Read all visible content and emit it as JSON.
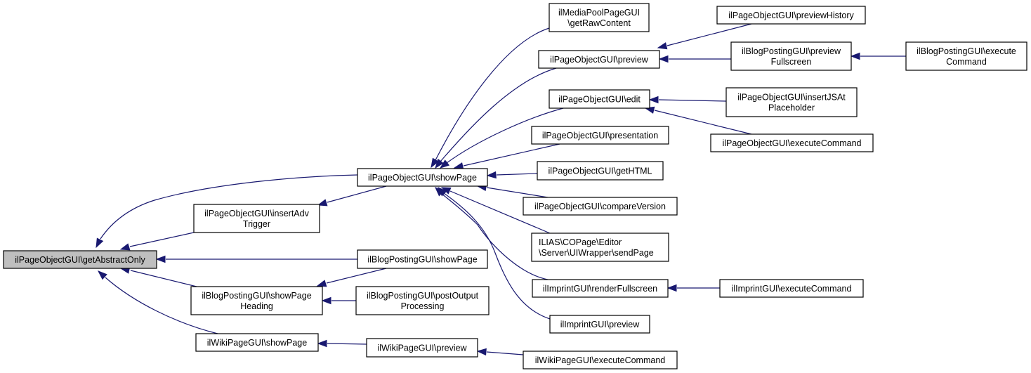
{
  "diagram": {
    "type": "call-graph",
    "colors": {
      "edge": "#191970",
      "root_fill": "#bfbfbf",
      "node_fill": "#ffffff",
      "node_border": "#000000"
    },
    "nodes": [
      {
        "id": "root",
        "lines": [
          "ilPageObjectGUI\\getAbstractOnly"
        ],
        "root": true
      },
      {
        "id": "pog_showPage",
        "lines": [
          "ilPageObjectGUI\\showPage"
        ]
      },
      {
        "id": "pog_insertAdv",
        "lines": [
          "ilPageObjectGUI\\insertAdv",
          "Trigger"
        ]
      },
      {
        "id": "blog_showPage",
        "lines": [
          "ilBlogPostingGUI\\showPage"
        ]
      },
      {
        "id": "blog_showPageHeading",
        "lines": [
          "ilBlogPostingGUI\\showPage",
          "Heading"
        ]
      },
      {
        "id": "blog_postOutput",
        "lines": [
          "ilBlogPostingGUI\\postOutput",
          "Processing"
        ]
      },
      {
        "id": "wiki_showPage",
        "lines": [
          "ilWikiPageGUI\\showPage"
        ]
      },
      {
        "id": "wiki_preview",
        "lines": [
          "ilWikiPageGUI\\preview"
        ]
      },
      {
        "id": "mediapool_getRaw",
        "lines": [
          "ilMediaPoolPageGUI",
          "\\getRawContent"
        ]
      },
      {
        "id": "pog_preview",
        "lines": [
          "ilPageObjectGUI\\preview"
        ]
      },
      {
        "id": "pog_edit",
        "lines": [
          "ilPageObjectGUI\\edit"
        ]
      },
      {
        "id": "pog_presentation",
        "lines": [
          "ilPageObjectGUI\\presentation"
        ]
      },
      {
        "id": "pog_getHTML",
        "lines": [
          "ilPageObjectGUI\\getHTML"
        ]
      },
      {
        "id": "pog_compareVersion",
        "lines": [
          "ilPageObjectGUI\\compareVersion"
        ]
      },
      {
        "id": "ilias_sendPage",
        "lines": [
          "ILIAS\\COPage\\Editor",
          "\\Server\\UIWrapper\\sendPage"
        ],
        "align": "left"
      },
      {
        "id": "imprint_renderFullscreen",
        "lines": [
          "ilImprintGUI\\renderFullscreen"
        ]
      },
      {
        "id": "imprint_preview",
        "lines": [
          "ilImprintGUI\\preview"
        ]
      },
      {
        "id": "wiki_executeCommand",
        "lines": [
          "ilWikiPageGUI\\executeCommand"
        ]
      },
      {
        "id": "pog_previewHistory",
        "lines": [
          "ilPageObjectGUI\\previewHistory"
        ]
      },
      {
        "id": "blog_previewFullscreen",
        "lines": [
          "ilBlogPostingGUI\\preview",
          "Fullscreen"
        ]
      },
      {
        "id": "blog_executeCommand",
        "lines": [
          "ilBlogPostingGUI\\execute",
          "Command"
        ]
      },
      {
        "id": "pog_insertJSAt",
        "lines": [
          "ilPageObjectGUI\\insertJSAt",
          "Placeholder"
        ]
      },
      {
        "id": "pog_executeCommand",
        "lines": [
          "ilPageObjectGUI\\executeCommand"
        ]
      },
      {
        "id": "imprint_executeCommand",
        "lines": [
          "ilImprintGUI\\executeCommand"
        ]
      }
    ],
    "edges": [
      {
        "from": "pog_showPage",
        "to": "root"
      },
      {
        "from": "pog_insertAdv",
        "to": "root"
      },
      {
        "from": "blog_showPage",
        "to": "root"
      },
      {
        "from": "blog_showPageHeading",
        "to": "root"
      },
      {
        "from": "wiki_showPage",
        "to": "root"
      },
      {
        "from": "pog_showPage",
        "to": "pog_insertAdv"
      },
      {
        "from": "blog_showPage",
        "to": "blog_showPageHeading"
      },
      {
        "from": "blog_postOutput",
        "to": "blog_showPageHeading"
      },
      {
        "from": "wiki_preview",
        "to": "wiki_showPage"
      },
      {
        "from": "mediapool_getRaw",
        "to": "pog_showPage"
      },
      {
        "from": "pog_preview",
        "to": "pog_showPage"
      },
      {
        "from": "pog_edit",
        "to": "pog_showPage"
      },
      {
        "from": "pog_presentation",
        "to": "pog_showPage"
      },
      {
        "from": "pog_getHTML",
        "to": "pog_showPage"
      },
      {
        "from": "pog_compareVersion",
        "to": "pog_showPage"
      },
      {
        "from": "ilias_sendPage",
        "to": "pog_showPage"
      },
      {
        "from": "imprint_renderFullscreen",
        "to": "pog_showPage"
      },
      {
        "from": "imprint_preview",
        "to": "pog_showPage"
      },
      {
        "from": "wiki_executeCommand",
        "to": "wiki_preview"
      },
      {
        "from": "pog_previewHistory",
        "to": "pog_preview"
      },
      {
        "from": "blog_previewFullscreen",
        "to": "pog_preview"
      },
      {
        "from": "blog_executeCommand",
        "to": "blog_previewFullscreen"
      },
      {
        "from": "pog_insertJSAt",
        "to": "pog_edit"
      },
      {
        "from": "pog_executeCommand",
        "to": "pog_edit"
      },
      {
        "from": "imprint_executeCommand",
        "to": "imprint_renderFullscreen"
      }
    ]
  }
}
